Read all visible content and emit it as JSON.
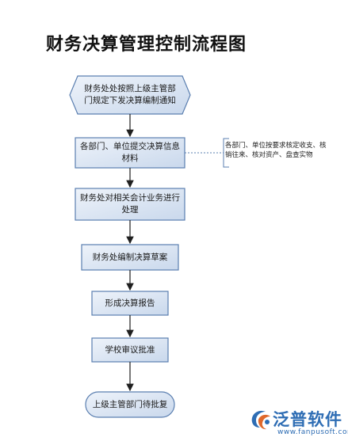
{
  "title": "财务决算管理控制流程图",
  "steps": [
    {
      "id": "notify",
      "text": "财务处处按照上级主管部门规定下发决算编制通知"
    },
    {
      "id": "submit",
      "text": "各部门、单位提交决算信息材料"
    },
    {
      "id": "process",
      "text": "财务处对相关会计业务进行处理"
    },
    {
      "id": "draft",
      "text": "财务处编制决算草案"
    },
    {
      "id": "report",
      "text": "形成决算报告"
    },
    {
      "id": "approve",
      "text": "学校审议批准"
    },
    {
      "id": "await",
      "text": "上级主管部门待批复"
    }
  ],
  "note": {
    "text": "各部门、单位按要求核定收支、核销往来、核对资产、盘查实物"
  },
  "watermark": {
    "brand": "泛普软件",
    "url": "www.fanpusoft.com"
  },
  "colors": {
    "border": "#5b7fb0",
    "fill": "#d6e2f1",
    "arrow": "#1f1f1f",
    "brand": "#2e6db4"
  }
}
